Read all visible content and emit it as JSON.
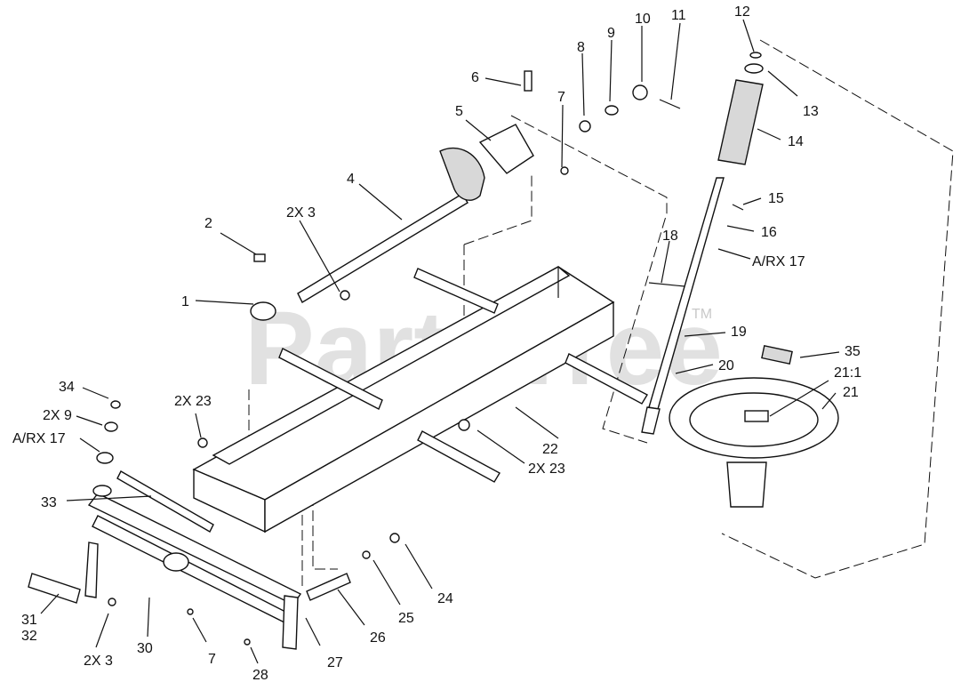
{
  "watermark": {
    "text": "PartsTree",
    "trademark": "TM"
  },
  "callouts": [
    {
      "id": "c1",
      "label": "1"
    },
    {
      "id": "c2",
      "label": "2"
    },
    {
      "id": "c2x3a",
      "label": "2X 3"
    },
    {
      "id": "c4",
      "label": "4"
    },
    {
      "id": "c5",
      "label": "5"
    },
    {
      "id": "c6",
      "label": "6"
    },
    {
      "id": "c7a",
      "label": "7"
    },
    {
      "id": "c8",
      "label": "8"
    },
    {
      "id": "c9",
      "label": "9"
    },
    {
      "id": "c10",
      "label": "10"
    },
    {
      "id": "c11",
      "label": "11"
    },
    {
      "id": "c12",
      "label": "12"
    },
    {
      "id": "c13",
      "label": "13"
    },
    {
      "id": "c14",
      "label": "14"
    },
    {
      "id": "c15",
      "label": "15"
    },
    {
      "id": "c16",
      "label": "16"
    },
    {
      "id": "carx17a",
      "label": "A/RX 17"
    },
    {
      "id": "c18",
      "label": "18"
    },
    {
      "id": "c19",
      "label": "19"
    },
    {
      "id": "c20",
      "label": "20"
    },
    {
      "id": "c35",
      "label": "35"
    },
    {
      "id": "c21_1",
      "label": "21:1"
    },
    {
      "id": "c21",
      "label": "21"
    },
    {
      "id": "c22",
      "label": "22"
    },
    {
      "id": "c2x23b",
      "label": "2X 23"
    },
    {
      "id": "c2x23a",
      "label": "2X 23"
    },
    {
      "id": "c34",
      "label": "34"
    },
    {
      "id": "c2x9",
      "label": "2X 9"
    },
    {
      "id": "carx17b",
      "label": "A/RX 17"
    },
    {
      "id": "c33",
      "label": "33"
    },
    {
      "id": "c24",
      "label": "24"
    },
    {
      "id": "c25",
      "label": "25"
    },
    {
      "id": "c26",
      "label": "26"
    },
    {
      "id": "c27",
      "label": "27"
    },
    {
      "id": "c28",
      "label": "28"
    },
    {
      "id": "c7b",
      "label": "7"
    },
    {
      "id": "c30",
      "label": "30"
    },
    {
      "id": "c2x3b",
      "label": "2X 3"
    },
    {
      "id": "c31",
      "label": "31"
    },
    {
      "id": "c32",
      "label": "32"
    }
  ]
}
